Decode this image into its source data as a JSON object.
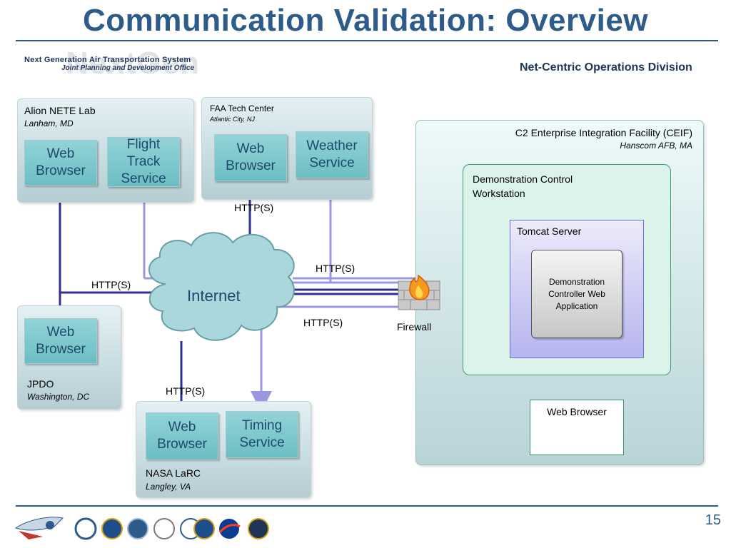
{
  "slide": {
    "title": "Communication Validation: Overview",
    "page_number": "15"
  },
  "logos": {
    "left_watermark": "NextGen",
    "left_line1": "Next Generation Air Transportation System",
    "left_line2": "Joint Planning and Development Office",
    "right": "Net-Centric Operations Division"
  },
  "sites": {
    "alion": {
      "name": "Alion NETE Lab",
      "location": "Lanham, MD",
      "services": [
        "Web\nBrowser",
        "Flight\nTrack\nService"
      ]
    },
    "faa": {
      "name": "FAA Tech Center",
      "location": "Atlantic City, NJ",
      "services": [
        "Web\nBrowser",
        "Weather\nService"
      ]
    },
    "jpdo": {
      "name": "JPDO",
      "location": "Washington, DC",
      "services": [
        "Web\nBrowser"
      ]
    },
    "nasa": {
      "name": "NASA LaRC",
      "location": "Langley, VA",
      "services": [
        "Web\nBrowser",
        "Timing\nService"
      ]
    },
    "ceif": {
      "name": "C2 Enterprise Integration Facility (CEIF)",
      "location": "Hanscom AFB, MA",
      "workstation": "Demonstration Control\nWorkstation",
      "server": "Tomcat Server",
      "application": "Demonstration\nController Web\nApplication",
      "browser": "Web Browser"
    }
  },
  "network": {
    "internet": "Internet",
    "firewall": "Firewall",
    "protocol_labels": [
      "HTTP(S)",
      "HTTP(S)",
      "HTTP(S)",
      "HTTP(S)",
      "HTTP(S)"
    ]
  },
  "colors": {
    "title": "#2E5C8A",
    "service_fill": "#7cc7cb",
    "line_dark": "#2f2f8f",
    "line_light": "#9a97e0"
  },
  "icons": [
    "fire-icon",
    "brick-wall-icon",
    "cloud-icon",
    "agency-seal-icon"
  ]
}
